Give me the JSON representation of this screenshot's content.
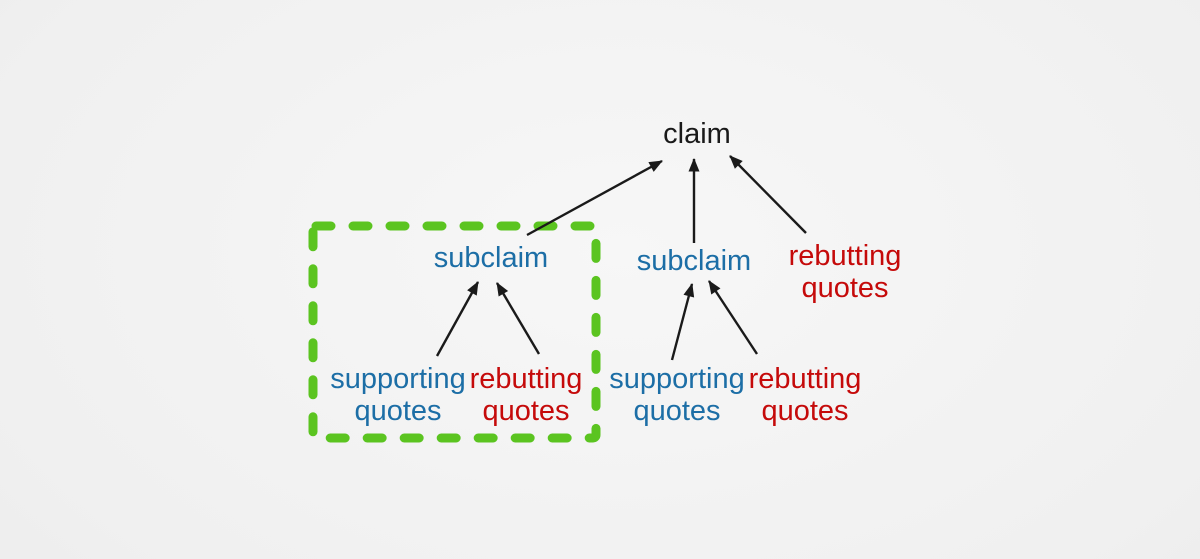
{
  "colors": {
    "claim_text": "#1a1a1a",
    "supporting_text": "#1c6ea6",
    "rebutting_text": "#c50a0a",
    "arrow": "#1a1a1a",
    "highlight_box": "#5bc420"
  },
  "nodes": {
    "claim": {
      "label": "claim"
    },
    "subclaim_left": {
      "label": "subclaim"
    },
    "subclaim_right": {
      "label": "subclaim"
    },
    "rebutting_quotes_root": {
      "label": "rebutting\nquotes"
    },
    "supporting_quotes_left": {
      "label": "supporting\nquotes"
    },
    "rebutting_quotes_left": {
      "label": "rebutting\nquotes"
    },
    "supporting_quotes_right": {
      "label": "supporting\nquotes"
    },
    "rebutting_quotes_right": {
      "label": "rebutting\nquotes"
    }
  },
  "edges": [
    {
      "from": "subclaim_left",
      "to": "claim"
    },
    {
      "from": "subclaim_right",
      "to": "claim"
    },
    {
      "from": "rebutting_quotes_root",
      "to": "claim"
    },
    {
      "from": "supporting_quotes_left",
      "to": "subclaim_left"
    },
    {
      "from": "rebutting_quotes_left",
      "to": "subclaim_left"
    },
    {
      "from": "supporting_quotes_right",
      "to": "subclaim_right"
    },
    {
      "from": "rebutting_quotes_right",
      "to": "subclaim_right"
    }
  ],
  "highlight_box": {
    "contains": [
      "subclaim_left",
      "supporting_quotes_left",
      "rebutting_quotes_left"
    ]
  }
}
